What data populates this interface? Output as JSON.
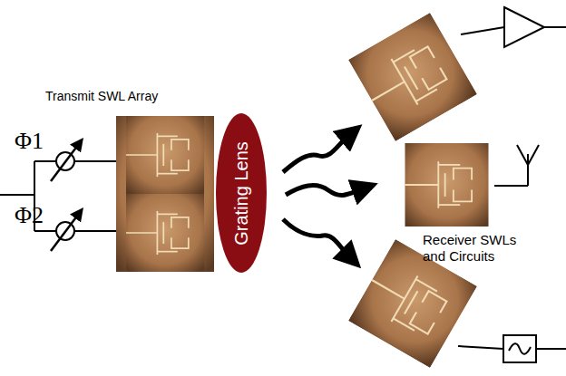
{
  "diagram": {
    "nodes": [
      {
        "text": [
          "Transmit SWL Array"
        ]
      },
      {
        "text": [
          "Grating Lens"
        ]
      }
    ],
    "labels": [
      "Φ1",
      "Φ2",
      "Receiver SWLs and Circuits"
    ]
  }
}
